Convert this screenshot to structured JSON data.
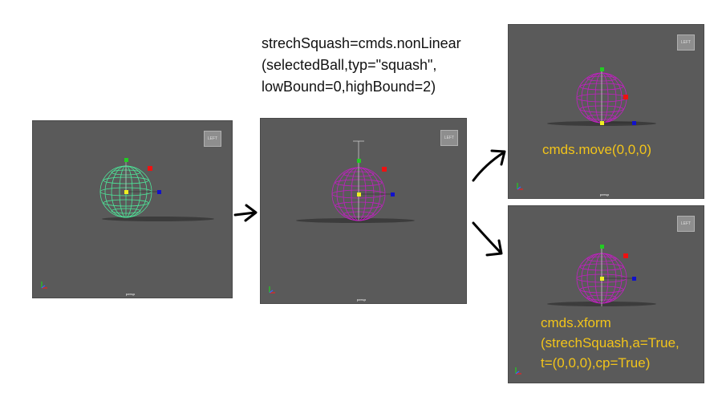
{
  "code_note": {
    "line1": "strechSquash=cmds.nonLinear",
    "line2": "(selectedBall,typ=\"squash\",",
    "line3": "lowBound=0,highBound=2)"
  },
  "move_note": "cmds.move(0,0,0)",
  "xform_note": {
    "line1": "cmds.xform",
    "line2": "(strechSquash,a=True,",
    "line3": "t=(0,0,0),cp=True)"
  },
  "viewport": {
    "button_label": "LEFT",
    "camera_label": "persp"
  },
  "colors": {
    "viewport_bg": "#5a5a5a",
    "sphere_selected": "#4de89a",
    "sphere_deformed": "#c21fc2",
    "handle_green": "#22cc22",
    "handle_red": "#ee1111",
    "handle_blue": "#1111cc",
    "handle_yellow": "#eeee22",
    "annotation_yellow": "#f2c41a"
  }
}
